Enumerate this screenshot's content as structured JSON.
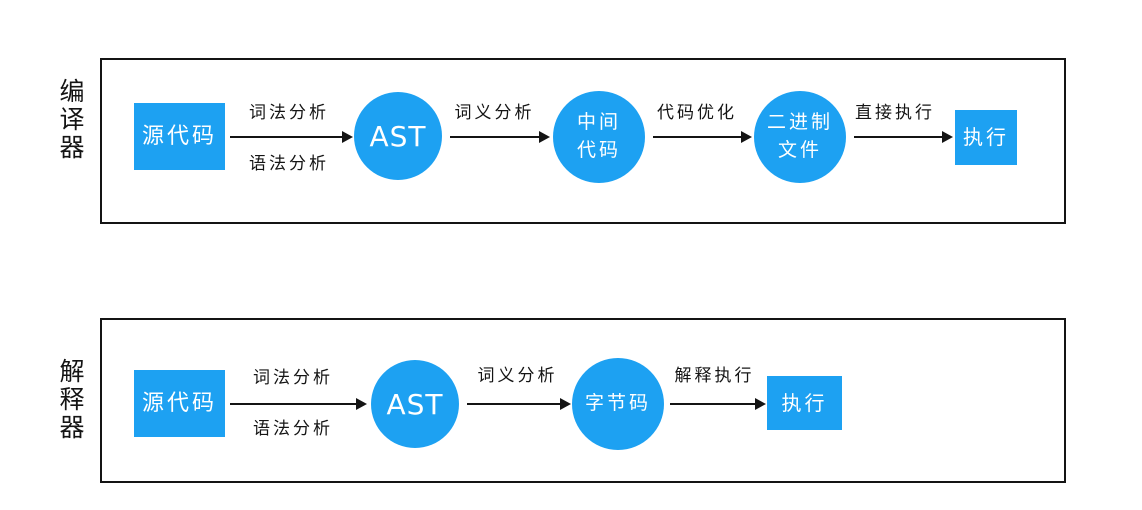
{
  "colors": {
    "node_fill": "#1da1f2",
    "node_text": "#ffffff",
    "line": "#141414",
    "background": "#ffffff"
  },
  "compiler": {
    "section_label": "编译器",
    "nodes": [
      {
        "shape": "rect",
        "label": "源代码"
      },
      {
        "shape": "circle",
        "label": "AST"
      },
      {
        "shape": "circle",
        "label": "中间代码",
        "lines": [
          "中间",
          "代码"
        ]
      },
      {
        "shape": "circle",
        "label": "二进制文件",
        "lines": [
          "二进制",
          "文件"
        ]
      },
      {
        "shape": "rect",
        "label": "执行"
      }
    ],
    "arrows": [
      {
        "top": "词法分析",
        "bottom": "语法分析"
      },
      {
        "top": "词义分析"
      },
      {
        "top": "代码优化"
      },
      {
        "top": "直接执行"
      }
    ]
  },
  "interpreter": {
    "section_label": "解释器",
    "nodes": [
      {
        "shape": "rect",
        "label": "源代码"
      },
      {
        "shape": "circle",
        "label": "AST"
      },
      {
        "shape": "circle",
        "label": "字节码"
      },
      {
        "shape": "rect",
        "label": "执行"
      }
    ],
    "arrows": [
      {
        "top": "词法分析",
        "bottom": "语法分析"
      },
      {
        "top": "词义分析"
      },
      {
        "top": "解释执行"
      }
    ]
  }
}
